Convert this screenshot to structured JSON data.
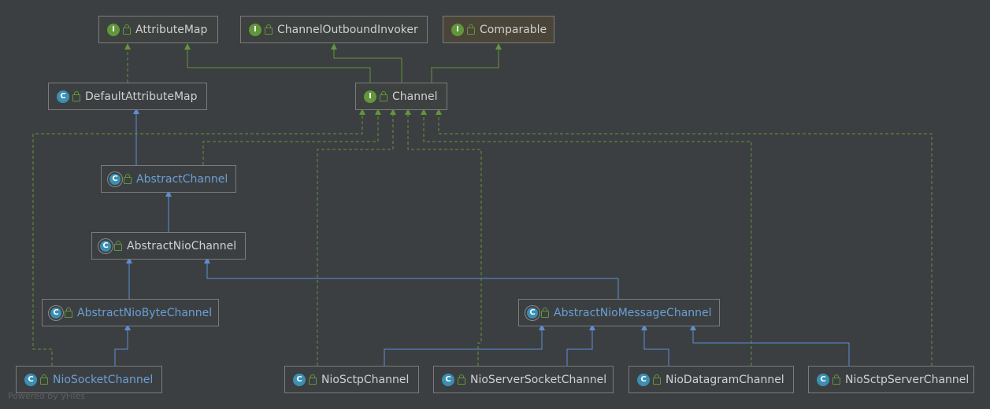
{
  "diagram": {
    "nodes": {
      "attribute_map": {
        "label": "AttributeMap",
        "kind": "interface"
      },
      "channel_outbound_invoker": {
        "label": "ChannelOutboundInvoker",
        "kind": "interface"
      },
      "comparable": {
        "label": "Comparable",
        "kind": "interface"
      },
      "default_attribute_map": {
        "label": "DefaultAttributeMap",
        "kind": "class"
      },
      "channel": {
        "label": "Channel",
        "kind": "interface"
      },
      "abstract_channel": {
        "label": "AbstractChannel",
        "kind": "abstract class"
      },
      "abstract_nio_channel": {
        "label": "AbstractNioChannel",
        "kind": "abstract class"
      },
      "abstract_nio_byte_channel": {
        "label": "AbstractNioByteChannel",
        "kind": "abstract class"
      },
      "abstract_nio_message_channel": {
        "label": "AbstractNioMessageChannel",
        "kind": "abstract class"
      },
      "nio_socket_channel": {
        "label": "NioSocketChannel",
        "kind": "class"
      },
      "nio_sctp_channel": {
        "label": "NioSctpChannel",
        "kind": "class"
      },
      "nio_server_socket_channel": {
        "label": "NioServerSocketChannel",
        "kind": "class"
      },
      "nio_datagram_channel": {
        "label": "NioDatagramChannel",
        "kind": "class"
      },
      "nio_sctp_server_channel": {
        "label": "NioSctpServerChannel",
        "kind": "class"
      }
    },
    "badges": {
      "interface": "I",
      "class": "C"
    },
    "colors": {
      "background": "#3c3f41",
      "interface_badge": "#62963b",
      "class_badge": "#3b8fb3",
      "extends_edge": "#5a8fd6",
      "implements_edge": "#62963b",
      "interface_edge": "#62963b",
      "abstract_label": "#6a9fd4"
    },
    "edges": [
      {
        "from": "default_attribute_map",
        "to": "attribute_map",
        "style": "dashed-green"
      },
      {
        "from": "channel",
        "to": "attribute_map",
        "style": "solid-green"
      },
      {
        "from": "channel",
        "to": "channel_outbound_invoker",
        "style": "solid-green"
      },
      {
        "from": "channel",
        "to": "comparable",
        "style": "solid-green"
      },
      {
        "from": "abstract_channel",
        "to": "default_attribute_map",
        "style": "solid-blue"
      },
      {
        "from": "abstract_channel",
        "to": "channel",
        "style": "dashed-green"
      },
      {
        "from": "abstract_nio_channel",
        "to": "abstract_channel",
        "style": "solid-blue"
      },
      {
        "from": "abstract_nio_byte_channel",
        "to": "abstract_nio_channel",
        "style": "solid-blue"
      },
      {
        "from": "abstract_nio_message_channel",
        "to": "abstract_nio_channel",
        "style": "solid-blue"
      },
      {
        "from": "nio_socket_channel",
        "to": "abstract_nio_byte_channel",
        "style": "solid-blue"
      },
      {
        "from": "nio_socket_channel",
        "to": "channel",
        "style": "dashed-green"
      },
      {
        "from": "nio_sctp_channel",
        "to": "abstract_nio_message_channel",
        "style": "solid-blue"
      },
      {
        "from": "nio_sctp_channel",
        "to": "channel",
        "style": "dashed-green"
      },
      {
        "from": "nio_server_socket_channel",
        "to": "abstract_nio_message_channel",
        "style": "solid-blue"
      },
      {
        "from": "nio_server_socket_channel",
        "to": "channel",
        "style": "dashed-green"
      },
      {
        "from": "nio_datagram_channel",
        "to": "abstract_nio_message_channel",
        "style": "solid-blue"
      },
      {
        "from": "nio_datagram_channel",
        "to": "channel",
        "style": "dashed-green"
      },
      {
        "from": "nio_sctp_server_channel",
        "to": "abstract_nio_message_channel",
        "style": "solid-blue"
      },
      {
        "from": "nio_sctp_server_channel",
        "to": "channel",
        "style": "dashed-green"
      }
    ]
  },
  "footer": "Powered by yFiles"
}
